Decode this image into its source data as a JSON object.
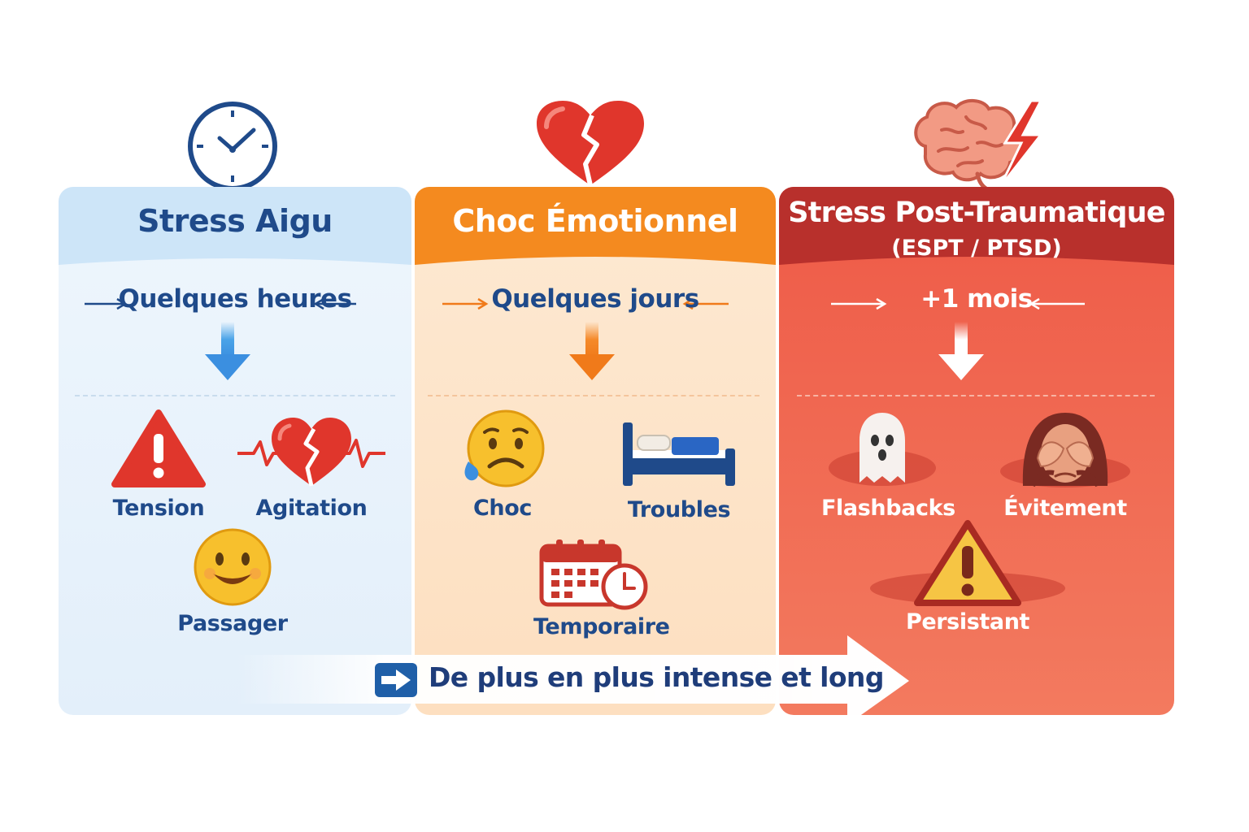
{
  "stages": [
    {
      "title": "Stress Aigu",
      "subtitle": "",
      "duration": "Quelques heures",
      "items": [
        "Tension",
        "Agitation",
        "Passager"
      ],
      "icons": [
        "clock-icon",
        "warning-icon",
        "broken-heart-pulse-icon",
        "smiling-face-icon"
      ]
    },
    {
      "title": "Choc Émotionnel",
      "subtitle": "",
      "duration": "Quelques jours",
      "items": [
        "Choc",
        "Troubles",
        "Temporaire"
      ],
      "icons": [
        "broken-heart-icon",
        "sad-face-icon",
        "bed-icon",
        "calendar-clock-icon"
      ]
    },
    {
      "title": "Stress Post-Traumatique",
      "subtitle": "(ESPT / PTSD)",
      "duration": "+1 mois",
      "items": [
        "Flashbacks",
        "Évitement",
        "Persistant"
      ],
      "icons": [
        "brain-lightning-icon",
        "ghost-icon",
        "covering-eyes-icon",
        "warning-icon"
      ]
    }
  ],
  "banner": {
    "text": "De plus en plus intense et long"
  },
  "colors": {
    "blue": "#1f4a8a",
    "orange": "#f48a1f",
    "red": "#b8302c"
  }
}
